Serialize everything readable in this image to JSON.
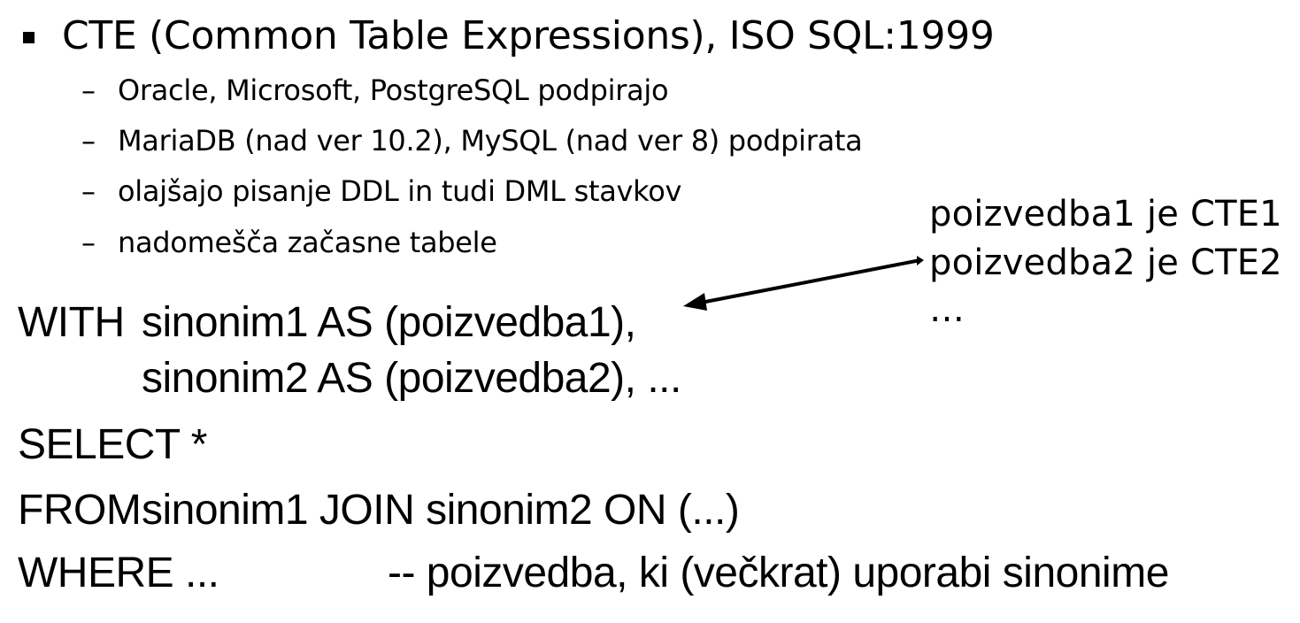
{
  "heading": {
    "bullet_icon": "square-bullet",
    "text": "CTE (Common Table Expressions), ISO SQL:1999"
  },
  "sub_items": [
    {
      "dash": "–",
      "text": "Oracle, Microsoft, PostgreSQL podpirajo"
    },
    {
      "dash": "–",
      "text": "MariaDB (nad ver 10.2), MySQL (nad ver 8) podpirata"
    },
    {
      "dash": "–",
      "text": "olajšajo pisanje DDL in tudi DML stavkov"
    },
    {
      "dash": "–",
      "text": "nadomešča začasne tabele"
    }
  ],
  "code": {
    "with_keyword": "WITH",
    "with_line1": "sinonim1 AS (poizvedba1),",
    "with_line2": "sinonim2 AS (poizvedba2), ...",
    "select_line": "SELECT *",
    "from_keyword": "FROM",
    "from_clause": "sinonim1 JOIN sinonim2 ON (...)",
    "where_keyword": "WHERE ...",
    "where_comment": "-- poizvedba, ki (večkrat) uporabi sinonime"
  },
  "annotation": {
    "line1": "poizvedba1 je CTE1",
    "line2": "poizvedba2 je CTE2",
    "line3": "…"
  },
  "colors": {
    "text": "#000000",
    "background": "#ffffff"
  }
}
